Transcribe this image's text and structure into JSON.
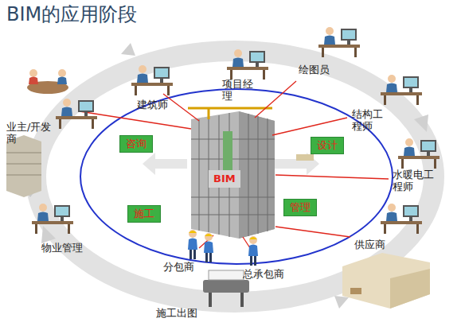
{
  "diagram": {
    "title": "BIM的应用阶段",
    "nodes": [
      {
        "text": [
          "咨询"
        ]
      },
      {
        "text": [
          "设计"
        ]
      },
      {
        "text": [
          "施工"
        ]
      },
      {
        "text": [
          "管理"
        ]
      }
    ],
    "labels": [
      "业主/开发商",
      "建筑师",
      "项目经理",
      "绘图员",
      "结构工程师",
      "水暖电工程师",
      "供应商",
      "总承包商",
      "分包商",
      "施工出图",
      "物业管理",
      "BIM"
    ]
  }
}
